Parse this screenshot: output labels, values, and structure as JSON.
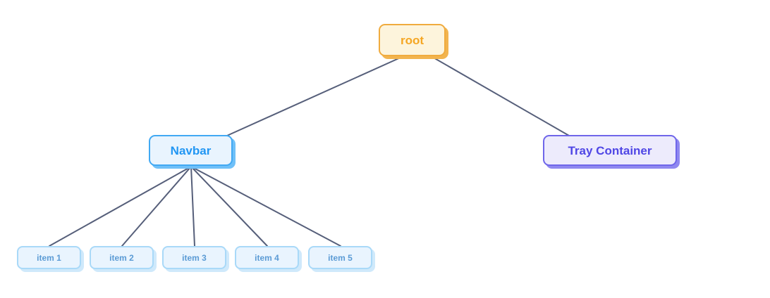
{
  "diagram": {
    "type": "tree",
    "background_color": "#ffffff",
    "edge_color": "#565f7a",
    "edge_width": 2,
    "nodes": [
      {
        "id": "root",
        "label": "root",
        "fill": "#fdf4dc",
        "border": "#f0ab3e",
        "text_color": "#f5a623",
        "shadow": "#f2b44f"
      },
      {
        "id": "navbar",
        "label": "Navbar",
        "fill": "#e9f4fe",
        "border": "#41a9f3",
        "text_color": "#2196f3",
        "shadow": "#6fc0f8"
      },
      {
        "id": "tray-container",
        "label": "Tray Container",
        "fill": "#edebfc",
        "border": "#6f66ea",
        "text_color": "#4f46e5",
        "shadow": "#8f88f0"
      }
    ],
    "items": [
      {
        "id": "item-1",
        "label": "item 1"
      },
      {
        "id": "item-2",
        "label": "item 2"
      },
      {
        "id": "item-3",
        "label": "item 3"
      },
      {
        "id": "item-4",
        "label": "item 4"
      },
      {
        "id": "item-5",
        "label": "item 5"
      }
    ],
    "item_style": {
      "fill": "#e9f4fe",
      "border": "#a9d9f8",
      "text_color": "#5b9bd5",
      "shadow": "#cfe9fb"
    },
    "edges": [
      {
        "from": "root",
        "to": "navbar"
      },
      {
        "from": "root",
        "to": "tray-container"
      },
      {
        "from": "navbar",
        "to": "item-1"
      },
      {
        "from": "navbar",
        "to": "item-2"
      },
      {
        "from": "navbar",
        "to": "item-3"
      },
      {
        "from": "navbar",
        "to": "item-4"
      },
      {
        "from": "navbar",
        "to": "item-5"
      }
    ]
  }
}
